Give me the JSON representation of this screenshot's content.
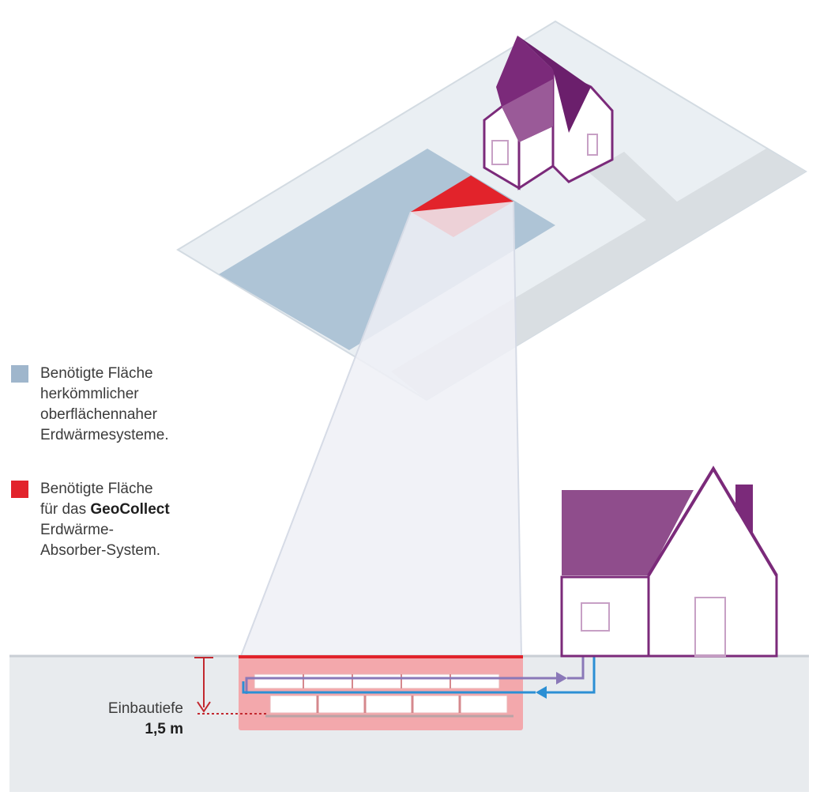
{
  "colors": {
    "conventional_area": "#b0c6d8",
    "geocollect_area": "#e2232b",
    "house_roof": "#7b2a7a",
    "house_roof_light": "#8f4d8c",
    "ground": "#e9ecef",
    "plot": "#e9eef2",
    "road": "#d8dde1",
    "flow_pipe": "#8a78b8",
    "return_pipe": "#2b8fd4",
    "absorber_zone": "#f3a9ad",
    "depth_marker": "#c2282f"
  },
  "legend": [
    {
      "swatch_color": "#9fb6cc",
      "line1": "Benötigte Fläche",
      "line2": "herkömmlicher",
      "line3": "oberflächennaher",
      "line4": "Erdwärmesysteme."
    },
    {
      "swatch_color": "#e2232b",
      "line1": "Benötigte Fläche",
      "line2_prefix": "für das ",
      "line2_bold": "GeoCollect",
      "line3": "Erdwärme-",
      "line4": "Absorber-System."
    }
  ],
  "depth": {
    "label": "Einbautiefe",
    "value": "1,5 m"
  }
}
